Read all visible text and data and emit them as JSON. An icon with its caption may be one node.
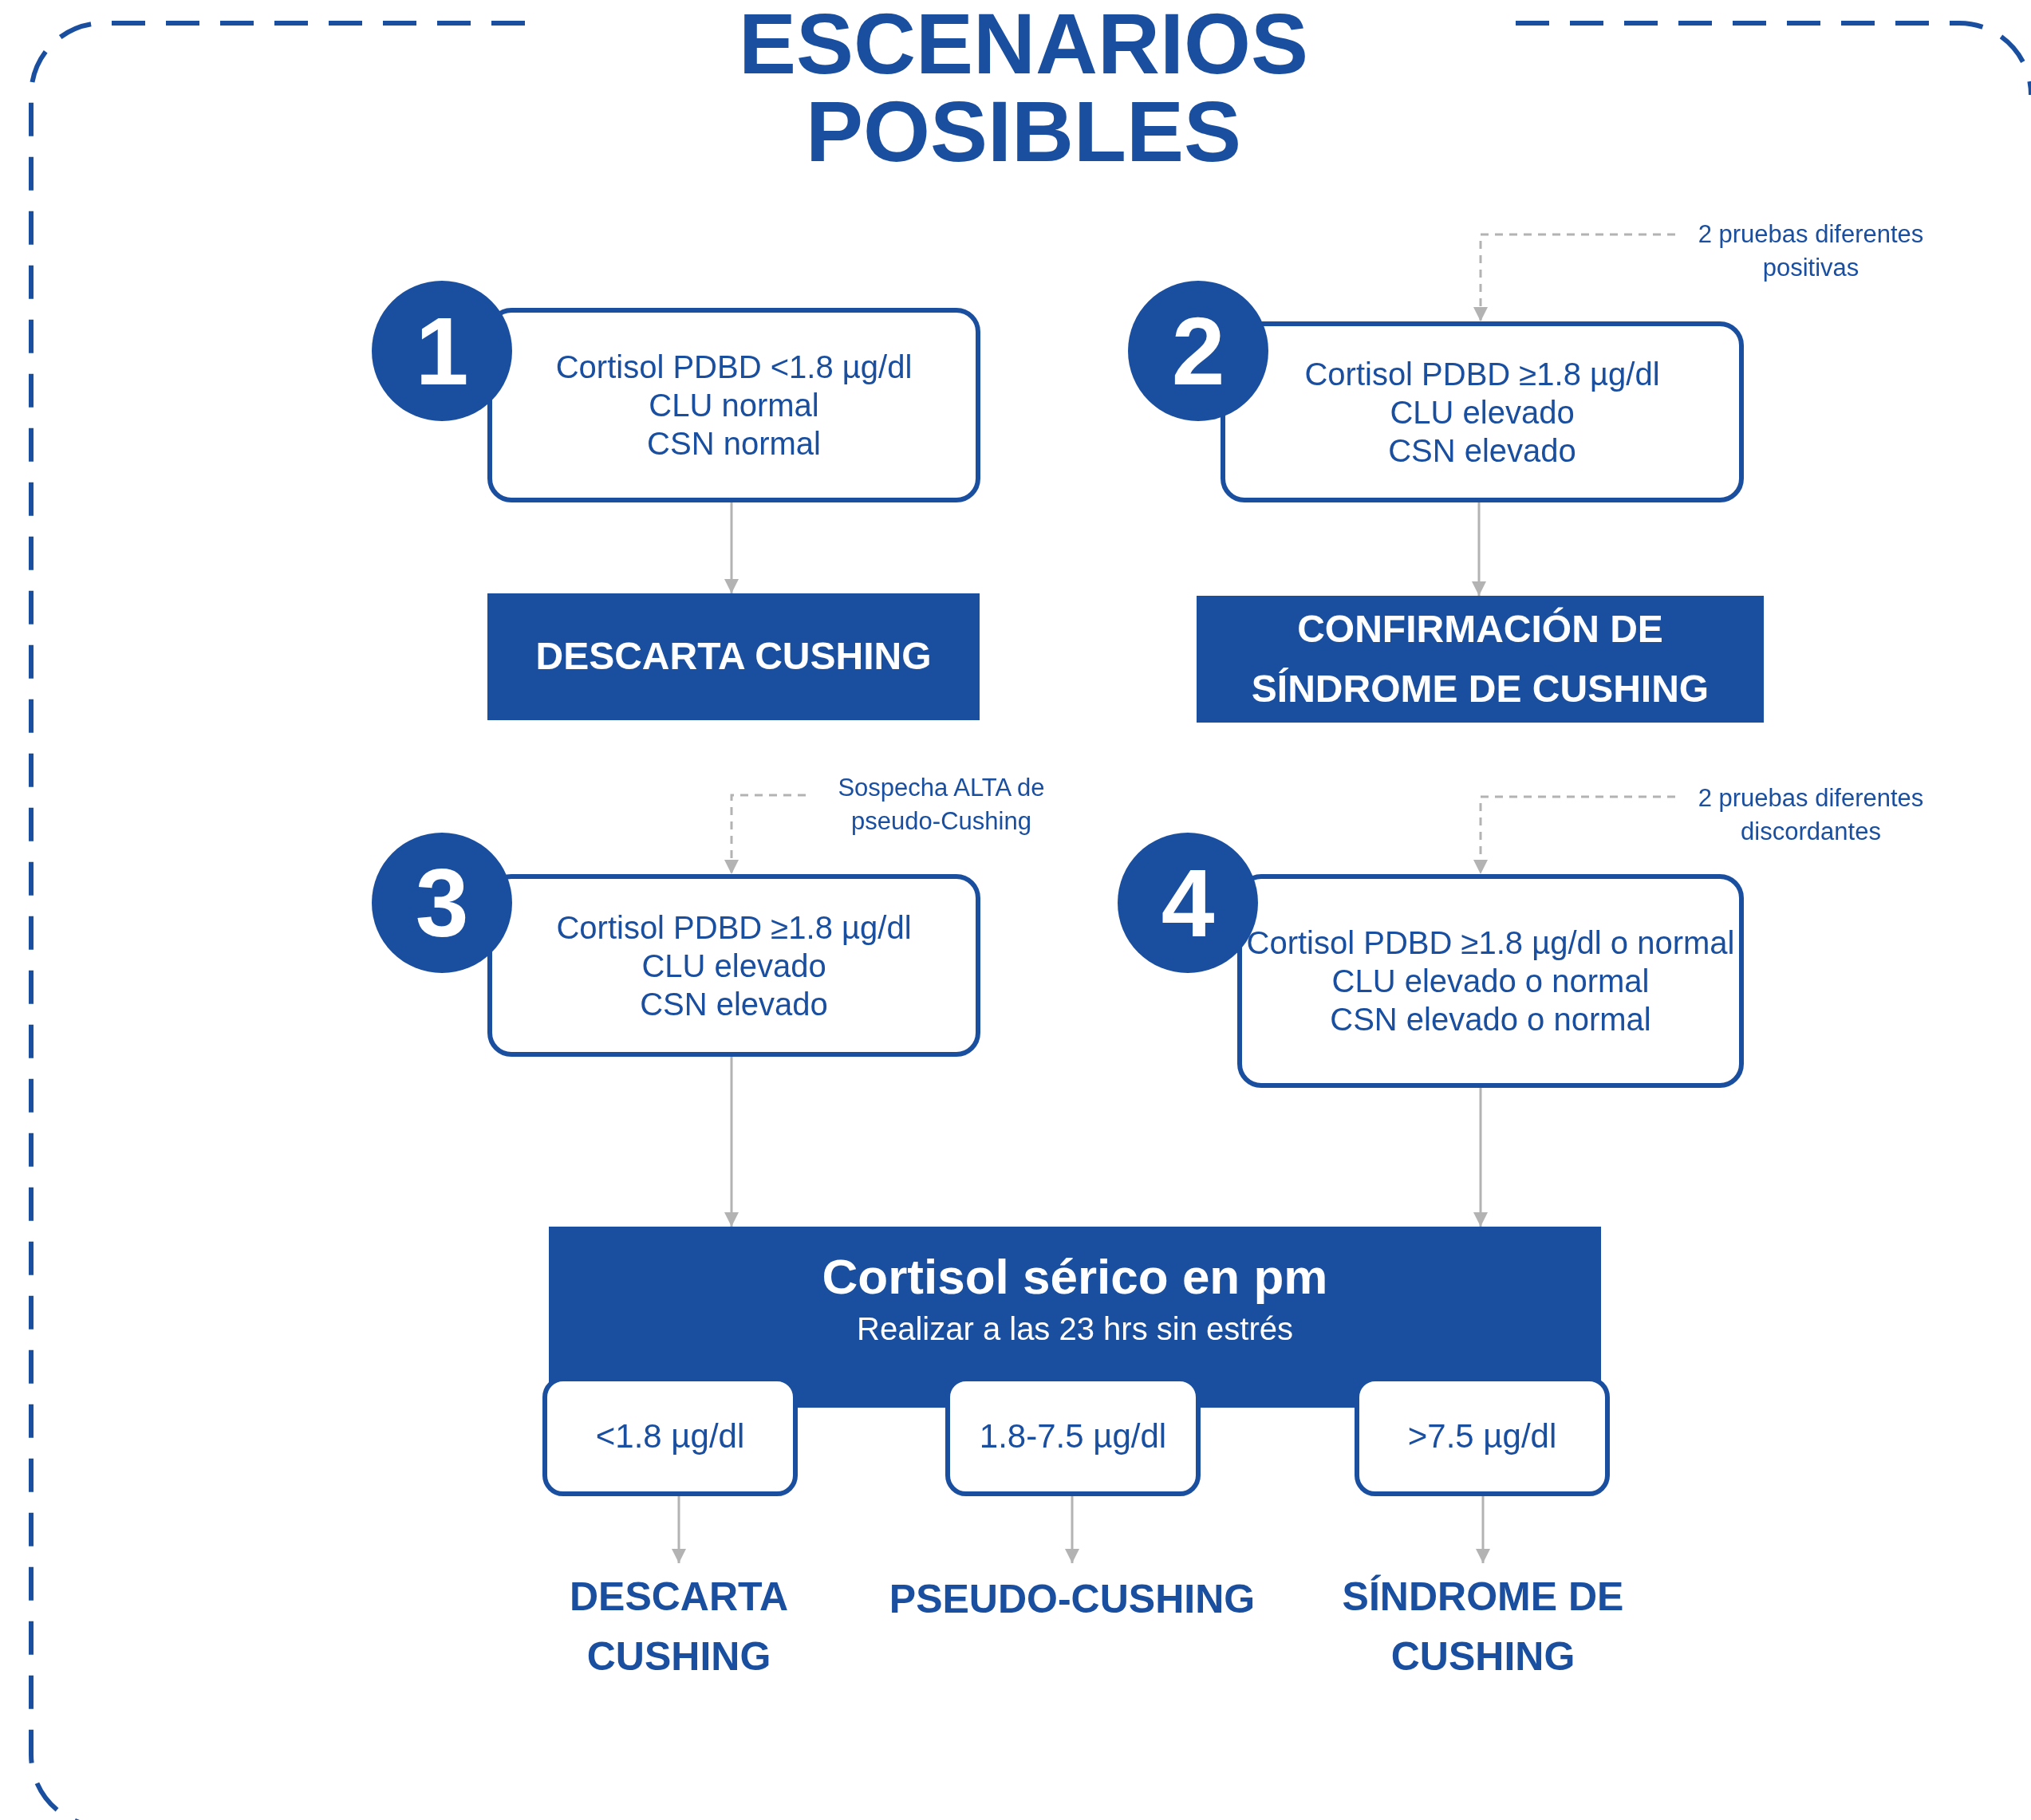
{
  "diagram": {
    "title": "ESCENARIOS POSIBLES",
    "nodes": [
      {
        "text": [
          "1"
        ]
      },
      {
        "text": [
          "Cortisol PDBD <1.8 µg/dl",
          "CLU normal",
          "CSN normal"
        ]
      },
      {
        "text": [
          "DESCARTA CUSHING"
        ]
      },
      {
        "text": [
          "2"
        ]
      },
      {
        "text": [
          "2 pruebas diferentes positivas"
        ]
      },
      {
        "text": [
          "Cortisol PDBD ≥1.8 µg/dl",
          "CLU elevado",
          "CSN elevado"
        ]
      },
      {
        "text": [
          "CONFIRMACIÓN DE SÍNDROME DE CUSHING"
        ]
      },
      {
        "text": [
          "Sospecha ALTA de pseudo-Cushing"
        ]
      },
      {
        "text": [
          "3"
        ]
      },
      {
        "text": [
          "Cortisol PDBD ≥1.8 µg/dl",
          "CLU elevado",
          "CSN elevado"
        ]
      },
      {
        "text": [
          "2 pruebas diferentes discordantes"
        ]
      },
      {
        "text": [
          "4"
        ]
      },
      {
        "text": [
          "Cortisol PDBD ≥1.8 µg/dl o normal",
          "CLU elevado o normal",
          "CSN elevado o normal"
        ]
      },
      {
        "text": [
          "Cortisol sérico en pm",
          "Realizar a las 23 hrs sin estrés"
        ]
      },
      {
        "text": [
          "<1.8 µg/dl"
        ]
      },
      {
        "text": [
          "1.8-7.5 µg/dl"
        ]
      },
      {
        "text": [
          ">7.5 µg/dl"
        ]
      },
      {
        "text": [
          "DESCARTA CUSHING"
        ]
      },
      {
        "text": [
          "PSEUDO-CUSHING"
        ]
      },
      {
        "text": [
          "SÍNDROME DE CUSHING"
        ]
      }
    ],
    "edges": [
      {
        "from": 1,
        "to": 2,
        "arrow": "to"
      },
      {
        "from": 4,
        "to": 5,
        "arrow": "to",
        "style": "dashed"
      },
      {
        "from": 5,
        "to": 6,
        "arrow": "to"
      },
      {
        "from": 7,
        "to": 9,
        "arrow": "to",
        "style": "dashed"
      },
      {
        "from": 10,
        "to": 12,
        "arrow": "to",
        "style": "dashed"
      },
      {
        "from": 9,
        "to": 13,
        "arrow": "to"
      },
      {
        "from": 12,
        "to": 13,
        "arrow": "to"
      },
      {
        "from": 14,
        "to": 17,
        "arrow": "to"
      },
      {
        "from": 15,
        "to": 18,
        "arrow": "to"
      },
      {
        "from": 16,
        "to": 19,
        "arrow": "to"
      }
    ]
  }
}
